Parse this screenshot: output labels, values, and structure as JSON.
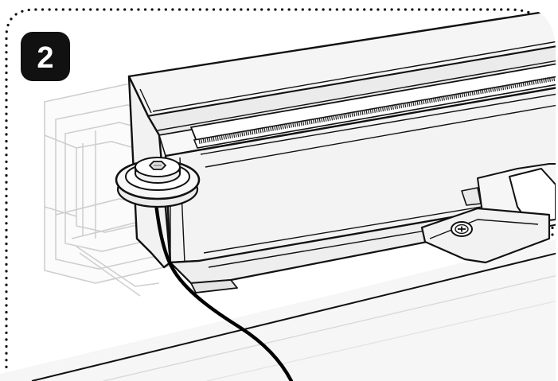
{
  "step": {
    "number": "2"
  },
  "colors": {
    "badge_fill": "#111111",
    "badge_text": "#ffffff",
    "line_dark": "#111111",
    "ghost_line": "#c8c8c8",
    "rail_fill": "#f4f4f4",
    "rail_shadow": "#e6e6e6",
    "cable": "#000000",
    "frame_dots": "#111111"
  },
  "icons": {
    "step_badge": "rounded-square-badge",
    "hex_bolt": "hex-socket-bolt",
    "phillips_screw": "phillips-screw",
    "cable": "ground-cable"
  }
}
